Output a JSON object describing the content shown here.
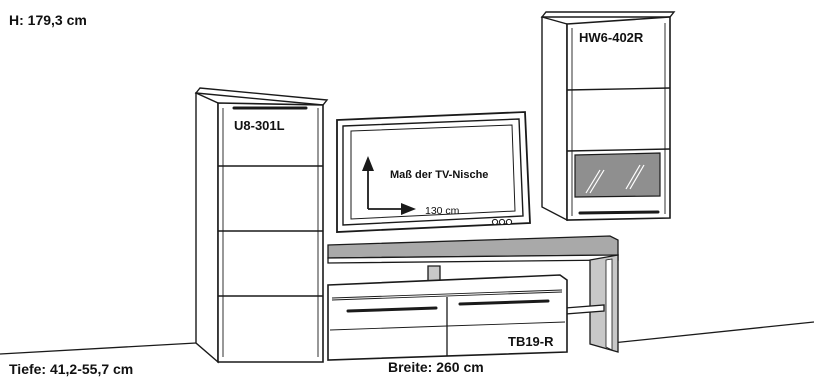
{
  "dimensions": {
    "height": "H: 179,3 cm",
    "depth": "Tiefe: 41,2-55,7 cm",
    "width": "Breite: 260 cm"
  },
  "units": {
    "tall_cabinet": "U8-301L",
    "wall_cabinet": "HW6-402R",
    "tv_bench": "TB19-R"
  },
  "tv_niche": {
    "label": "Maß der TV-Nische",
    "width": "130 cm"
  },
  "colors": {
    "line": "#1a1a1a",
    "shelf_fill": "#a9a9a9",
    "side_fill": "#c8c8c8",
    "glass_fill": "#8f8f8f"
  }
}
